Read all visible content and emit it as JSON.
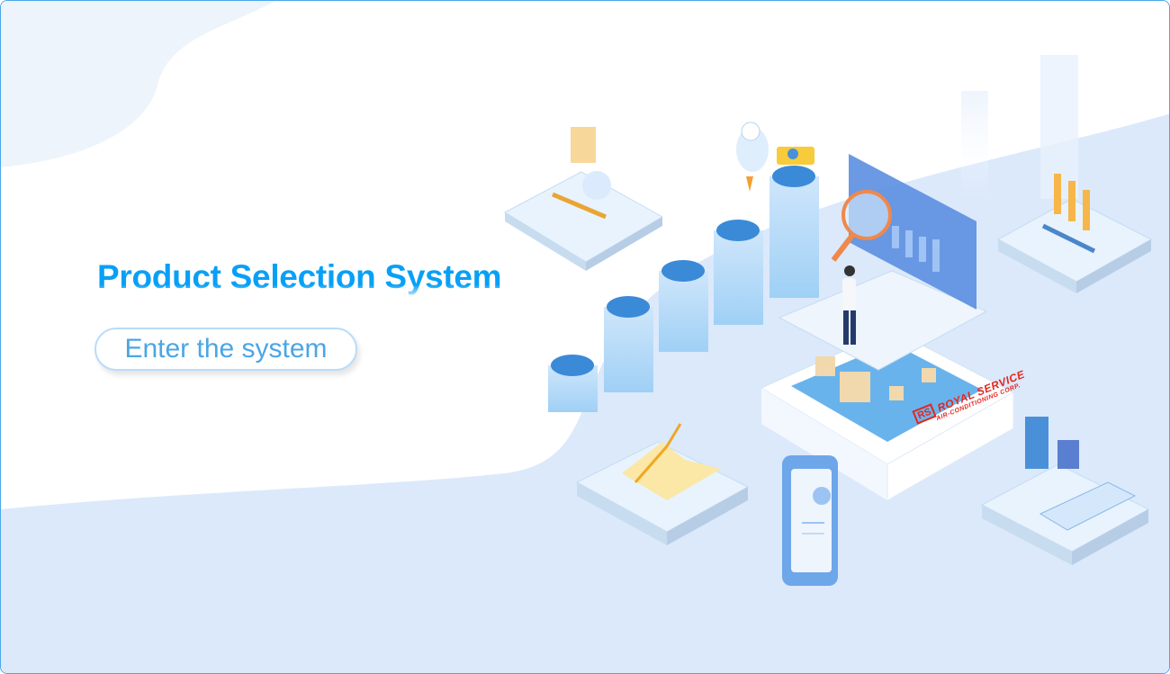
{
  "hero": {
    "title": "Product Selection System",
    "enter_button": "Enter the system"
  },
  "illustration": {
    "logo_mark": "RS",
    "logo_line1": "ROYAL SERVICE",
    "logo_line2": "AIR-CONDITIONING CORP."
  },
  "colors": {
    "accent": "#0aa2f5",
    "button_text": "#4aa6e6",
    "background_blue": "#dbe9fb",
    "logo_red": "#e3261f"
  }
}
